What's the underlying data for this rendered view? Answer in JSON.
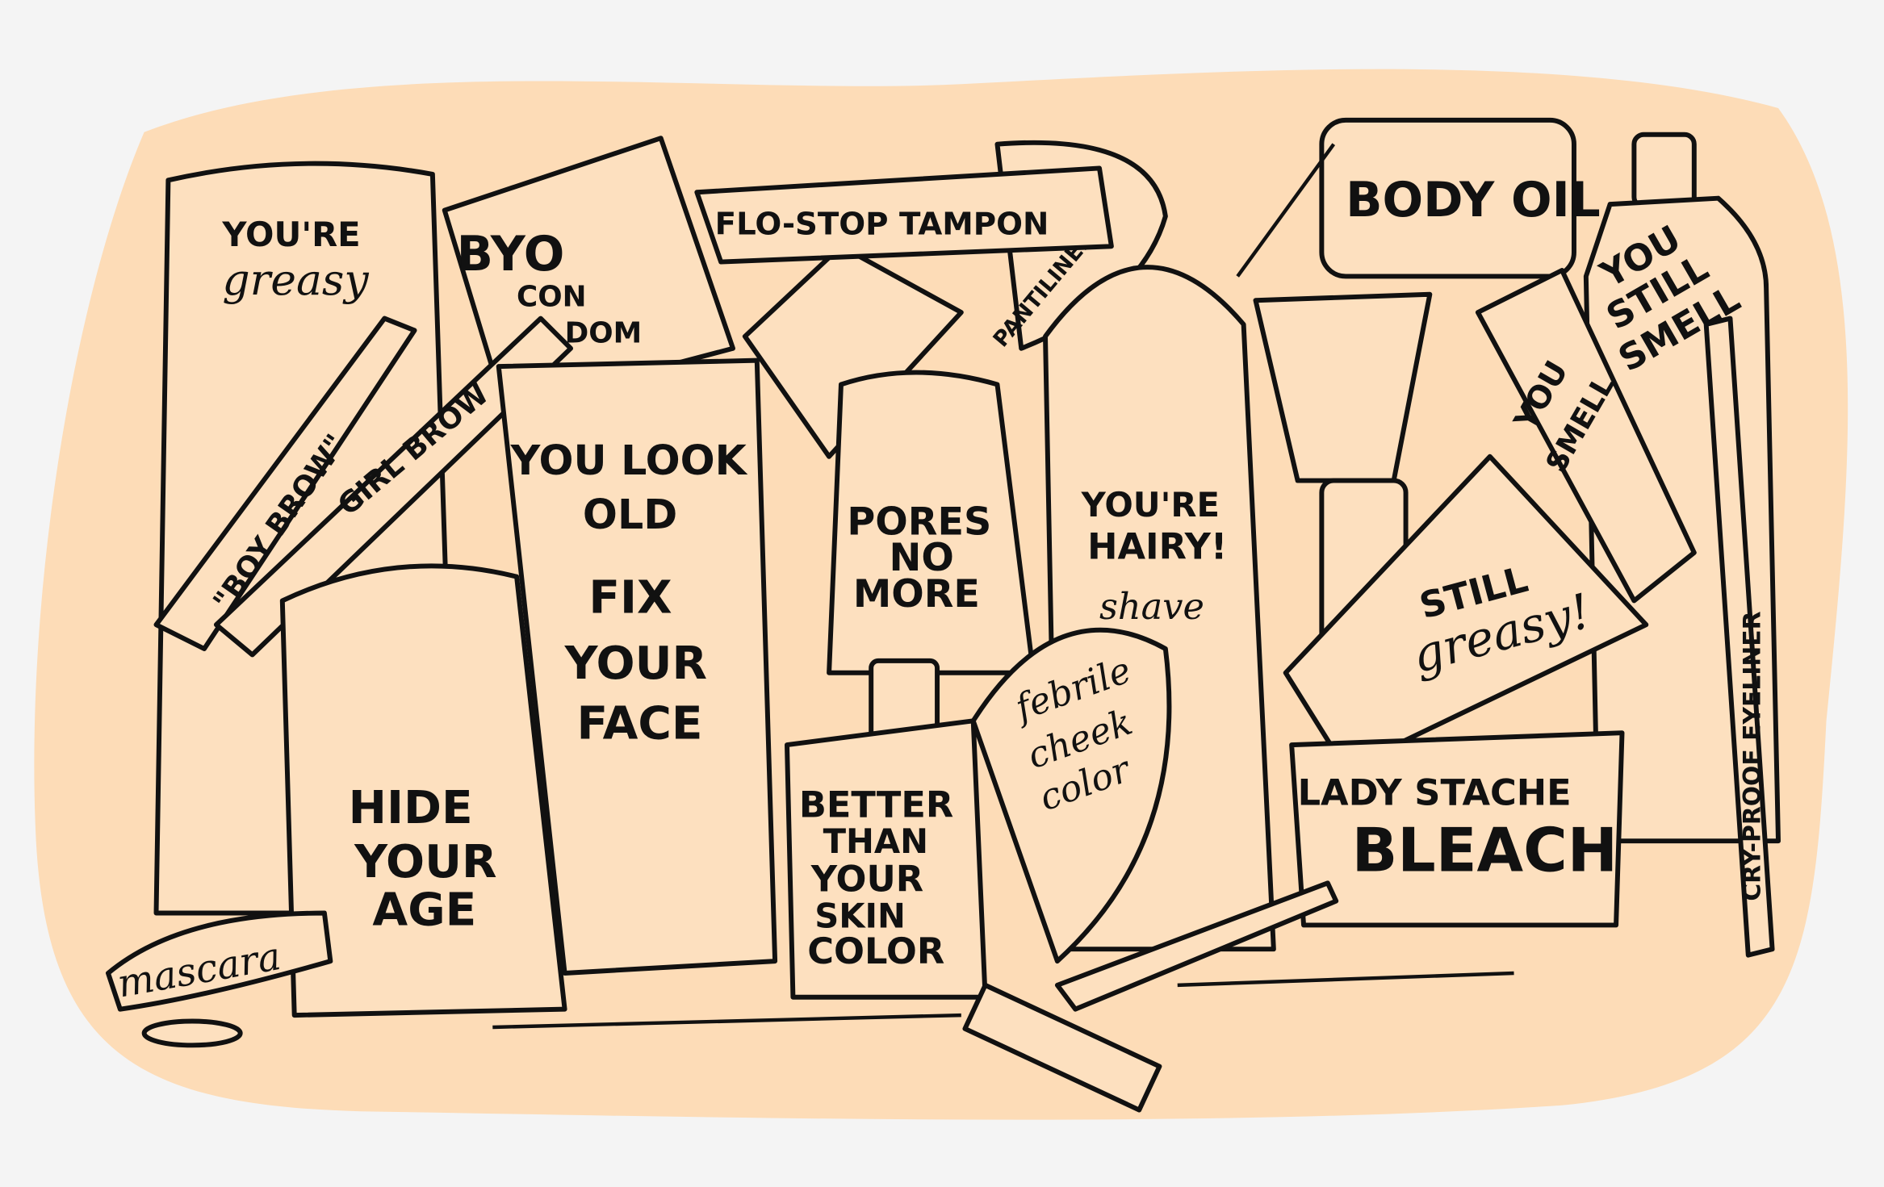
{
  "colors": {
    "background": "#f4f4f4",
    "blob": "#fddcb7",
    "ink": "#111111"
  },
  "labels": {
    "greasy_bottle": [
      "YOU'RE",
      "greasy"
    ],
    "condom": [
      "BYO",
      "CON",
      "DOM"
    ],
    "tampon": "FLO-STOP TAMPON",
    "pantiliner": "PANTILINER",
    "body_oil": "BODY OIL",
    "still_smell": [
      "YOU",
      "STILL",
      "SMELL"
    ],
    "you_smell": [
      "YOU",
      "SMELL"
    ],
    "boy_brow": "\"BOY BROW\"",
    "girl_brow": "GIRL BROW",
    "look_old": [
      "YOU LOOK",
      "OLD",
      "FIX",
      "YOUR",
      "FACE"
    ],
    "pores": [
      "PORES",
      "NO",
      "MORE"
    ],
    "hairy": [
      "YOU'RE",
      "HAIRY!",
      "shave"
    ],
    "still_greasy": [
      "STILL",
      "greasy!"
    ],
    "eyeliner": "CRY-PROOF EYELINER",
    "hide_age": [
      "HIDE",
      "YOUR",
      "AGE"
    ],
    "skin_color": [
      "BETTER",
      "THAN",
      "YOUR",
      "SKIN",
      "COLOR"
    ],
    "cheek": [
      "febrile",
      "cheek",
      "color"
    ],
    "bleach": [
      "LADY STACHE",
      "BLEACH"
    ],
    "mascara": "mascara"
  }
}
